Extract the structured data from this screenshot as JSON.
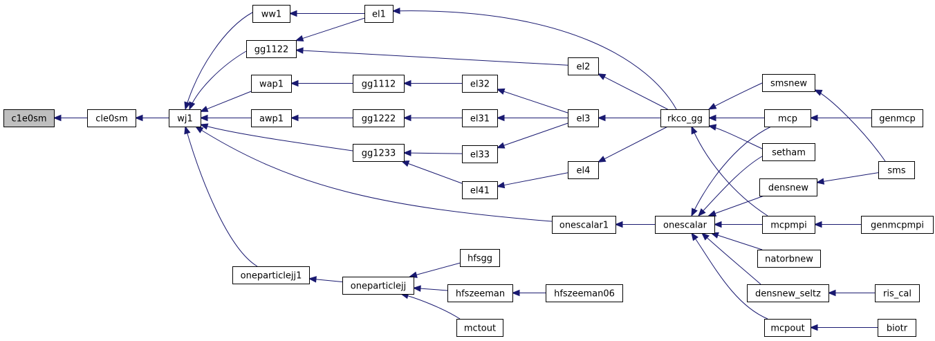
{
  "diagram": {
    "colors": {
      "edge": "#191970",
      "root_fill": "#bfbfbf",
      "node_fill": "#ffffff",
      "node_stroke": "#000000"
    },
    "nodes": [
      {
        "id": "c1e0sm",
        "label": "c1e0sm"
      },
      {
        "id": "cle0sm",
        "label": "cle0sm"
      },
      {
        "id": "wj1",
        "label": "wj1"
      },
      {
        "id": "ww1",
        "label": "ww1"
      },
      {
        "id": "gg1122",
        "label": "gg1122"
      },
      {
        "id": "wap1",
        "label": "wap1"
      },
      {
        "id": "awp1",
        "label": "awp1"
      },
      {
        "id": "gg1233",
        "label": "gg1233"
      },
      {
        "id": "oneparticlejj1",
        "label": "oneparticlejj1"
      },
      {
        "id": "el1",
        "label": "el1"
      },
      {
        "id": "gg1112",
        "label": "gg1112"
      },
      {
        "id": "gg1222",
        "label": "gg1222"
      },
      {
        "id": "oneparticlejj",
        "label": "oneparticlejj"
      },
      {
        "id": "el2",
        "label": "el2"
      },
      {
        "id": "el32",
        "label": "el32"
      },
      {
        "id": "el31",
        "label": "el31"
      },
      {
        "id": "el33",
        "label": "el33"
      },
      {
        "id": "el41",
        "label": "el41"
      },
      {
        "id": "onescalar1",
        "label": "onescalar1"
      },
      {
        "id": "hfsgg",
        "label": "hfsgg"
      },
      {
        "id": "hfszeeman",
        "label": "hfszeeman"
      },
      {
        "id": "mctout",
        "label": "mctout"
      },
      {
        "id": "el3",
        "label": "el3"
      },
      {
        "id": "el4",
        "label": "el4"
      },
      {
        "id": "hfszeeman06",
        "label": "hfszeeman06"
      },
      {
        "id": "rkco_gg",
        "label": "rkco_gg"
      },
      {
        "id": "onescalar",
        "label": "onescalar"
      },
      {
        "id": "smsnew",
        "label": "smsnew"
      },
      {
        "id": "mcp",
        "label": "mcp"
      },
      {
        "id": "setham",
        "label": "setham"
      },
      {
        "id": "densnew",
        "label": "densnew"
      },
      {
        "id": "mcpmpi",
        "label": "mcpmpi"
      },
      {
        "id": "natorbnew",
        "label": "natorbnew"
      },
      {
        "id": "densnew_seltz",
        "label": "densnew_seltz"
      },
      {
        "id": "mcpout",
        "label": "mcpout"
      },
      {
        "id": "genmcp",
        "label": "genmcp"
      },
      {
        "id": "sms",
        "label": "sms"
      },
      {
        "id": "genmcpmpi",
        "label": "genmcpmpi"
      },
      {
        "id": "ris_cal",
        "label": "ris_cal"
      },
      {
        "id": "biotr",
        "label": "biotr"
      }
    ],
    "edges": [
      {
        "from": "cle0sm",
        "to": "c1e0sm"
      },
      {
        "from": "wj1",
        "to": "cle0sm"
      },
      {
        "from": "ww1",
        "to": "wj1"
      },
      {
        "from": "gg1122",
        "to": "wj1"
      },
      {
        "from": "wap1",
        "to": "wj1"
      },
      {
        "from": "awp1",
        "to": "wj1"
      },
      {
        "from": "gg1233",
        "to": "wj1"
      },
      {
        "from": "onescalar1",
        "to": "wj1"
      },
      {
        "from": "oneparticlejj1",
        "to": "wj1"
      },
      {
        "from": "el1",
        "to": "ww1"
      },
      {
        "from": "el1",
        "to": "gg1122"
      },
      {
        "from": "el2",
        "to": "gg1122"
      },
      {
        "from": "gg1112",
        "to": "wap1"
      },
      {
        "from": "gg1222",
        "to": "awp1"
      },
      {
        "from": "el33",
        "to": "gg1233"
      },
      {
        "from": "el41",
        "to": "gg1233"
      },
      {
        "from": "oneparticlejj",
        "to": "oneparticlejj1"
      },
      {
        "from": "rkco_gg",
        "to": "el1"
      },
      {
        "from": "el32",
        "to": "gg1112"
      },
      {
        "from": "el31",
        "to": "gg1222"
      },
      {
        "from": "hfsgg",
        "to": "oneparticlejj"
      },
      {
        "from": "hfszeeman",
        "to": "oneparticlejj"
      },
      {
        "from": "mctout",
        "to": "oneparticlejj"
      },
      {
        "from": "rkco_gg",
        "to": "el2"
      },
      {
        "from": "el3",
        "to": "el32"
      },
      {
        "from": "el3",
        "to": "el31"
      },
      {
        "from": "el3",
        "to": "el33"
      },
      {
        "from": "el4",
        "to": "el41"
      },
      {
        "from": "onescalar",
        "to": "onescalar1"
      },
      {
        "from": "hfszeeman06",
        "to": "hfszeeman"
      },
      {
        "from": "rkco_gg",
        "to": "el3"
      },
      {
        "from": "rkco_gg",
        "to": "el4"
      },
      {
        "from": "smsnew",
        "to": "rkco_gg"
      },
      {
        "from": "mcp",
        "to": "rkco_gg"
      },
      {
        "from": "setham",
        "to": "rkco_gg"
      },
      {
        "from": "mcpmpi",
        "to": "rkco_gg"
      },
      {
        "from": "mcp",
        "to": "onescalar"
      },
      {
        "from": "setham",
        "to": "onescalar"
      },
      {
        "from": "densnew",
        "to": "onescalar"
      },
      {
        "from": "mcpmpi",
        "to": "onescalar"
      },
      {
        "from": "natorbnew",
        "to": "onescalar"
      },
      {
        "from": "densnew_seltz",
        "to": "onescalar"
      },
      {
        "from": "mcpout",
        "to": "onescalar"
      },
      {
        "from": "genmcp",
        "to": "mcp"
      },
      {
        "from": "sms",
        "to": "smsnew"
      },
      {
        "from": "sms",
        "to": "densnew"
      },
      {
        "from": "genmcpmpi",
        "to": "mcpmpi"
      },
      {
        "from": "ris_cal",
        "to": "densnew_seltz"
      },
      {
        "from": "biotr",
        "to": "mcpout"
      }
    ]
  }
}
